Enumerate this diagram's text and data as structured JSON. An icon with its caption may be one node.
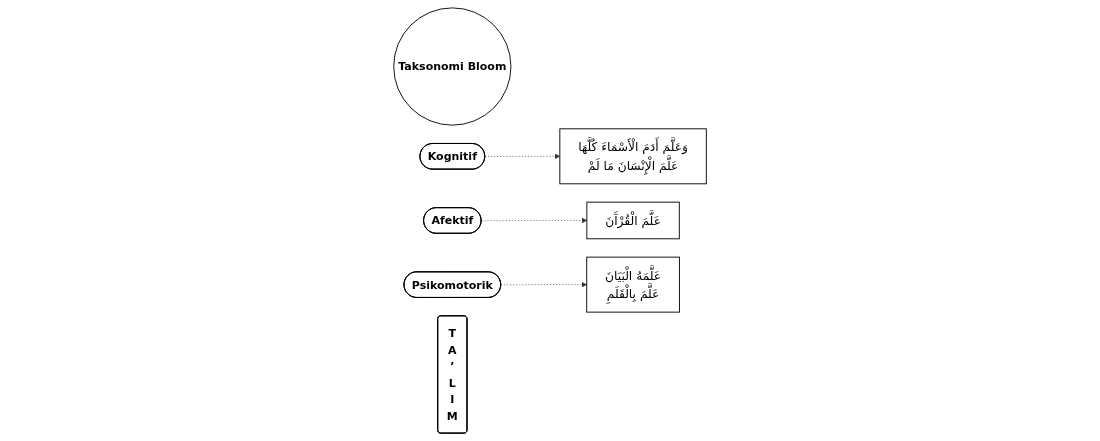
{
  "diagram": {
    "nodes": [
      {
        "text": [
          "Taksonomi Bloom"
        ]
      },
      {
        "text": [
          "Kognitif"
        ]
      },
      {
        "text": [
          "Afektif"
        ]
      },
      {
        "text": [
          "Psikomotorik"
        ]
      },
      {
        "text": [
          "T A ’ L I M"
        ]
      },
      {
        "text": [
          "وَعَلَّمَ أَدَمَ الْأَسْمَاءَ كُلَّهَا",
          "عَلَّمَ الْإِنْسَانَ مَا لَمْ"
        ]
      },
      {
        "text": [
          "عَلَّمَ الْقُرْآَنَ"
        ]
      },
      {
        "text": [
          "عَلَّمَهُ الْبَيَانَ",
          "عَلَّمَ بِالْقَلَمِ"
        ]
      }
    ],
    "edges": [
      {
        "from": 1,
        "to": 5,
        "arrow": "to",
        "style": "dashed"
      },
      {
        "from": 2,
        "to": 6,
        "arrow": "to",
        "style": "dashed"
      },
      {
        "from": 3,
        "to": 7,
        "arrow": "to",
        "style": "dashed"
      }
    ]
  }
}
